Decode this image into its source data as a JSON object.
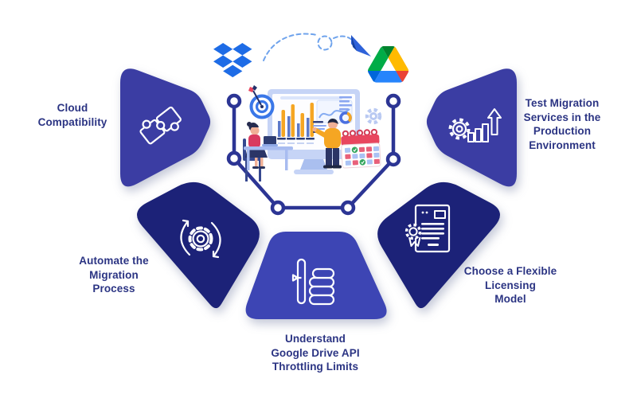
{
  "steps": [
    {
      "id": 1,
      "label": "Cloud Compatibility",
      "label_lines": [
        "Cloud",
        "Compatibility"
      ],
      "icon": "puzzle-icon"
    },
    {
      "id": 2,
      "label": "Automate the Migration Process",
      "label_lines": [
        "Automate the",
        "Migration",
        "Process"
      ],
      "icon": "sync-gear-icon"
    },
    {
      "id": 3,
      "label": "Understand Google Drive API Throttling Limits",
      "label_lines": [
        "Understand",
        "Google Drive API",
        "Throttling Limits"
      ],
      "icon": "api-throttle-icon"
    },
    {
      "id": 4,
      "label": "Choose a Flexible Licensing Model",
      "label_lines": [
        "Choose a Flexible",
        "Licensing",
        "Model"
      ],
      "icon": "license-certificate-icon"
    },
    {
      "id": 5,
      "label": "Test Migration Services in the Production Environment",
      "label_lines": [
        "Test Migration",
        "Services in the",
        "Production",
        "Environment"
      ],
      "icon": "gear-growth-chart-icon"
    }
  ],
  "logos": {
    "source": "Dropbox",
    "target": "Google Drive"
  },
  "colors": {
    "petal_top": "#3a3ea3",
    "petal_corner": "#1a2178",
    "petal_bottom": "#3c45b4",
    "connector": "#2c3594",
    "label_text": "#2b3483",
    "dropbox_blue": "#1e6ce6",
    "drive_green": "#00ac47",
    "drive_dark_green": "#00832d",
    "drive_yellow": "#ffba00",
    "drive_blue": "#0066da",
    "drive_light_blue": "#2684fc",
    "drive_red": "#ea4335",
    "illustration_orange": "#f5a623",
    "illustration_pink": "#d93a5f"
  }
}
